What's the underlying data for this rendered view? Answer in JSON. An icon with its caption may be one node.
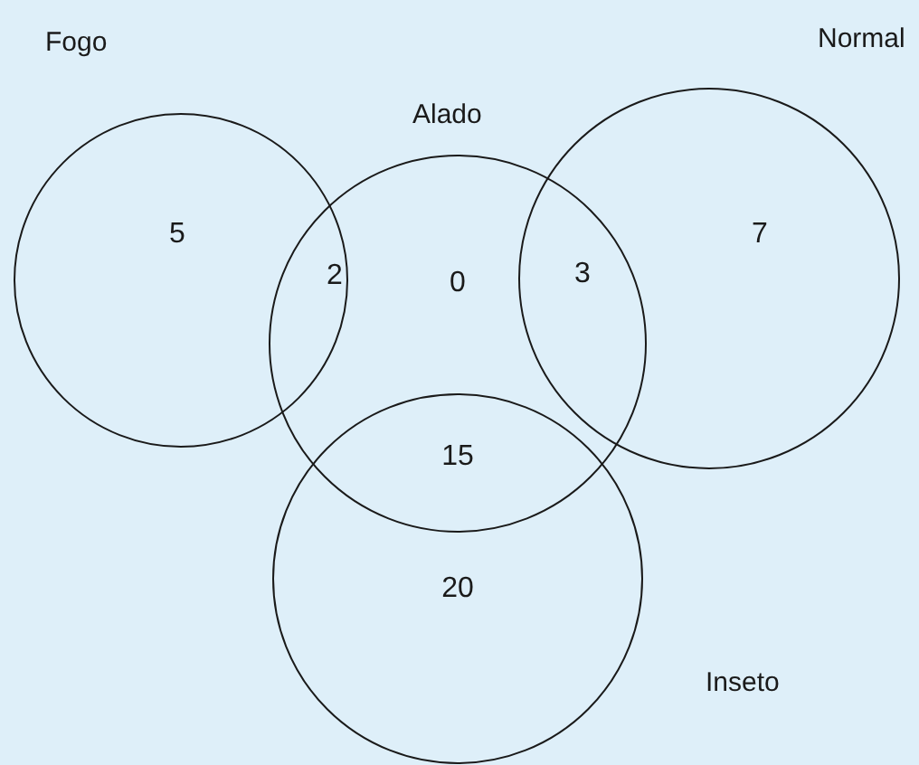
{
  "diagram": {
    "nodes": [
      {
        "text": [
          "Fogo"
        ]
      },
      {
        "text": [
          "Alado"
        ]
      },
      {
        "text": [
          "Normal"
        ]
      },
      {
        "text": [
          "Inseto"
        ]
      }
    ],
    "labels": [
      "5",
      "2",
      "0",
      "3",
      "7",
      "15",
      "20"
    ]
  }
}
